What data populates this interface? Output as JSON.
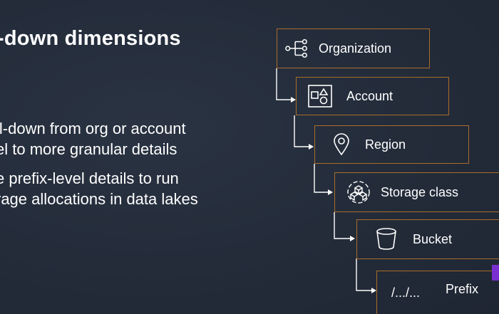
{
  "slide": {
    "title": "-down dimensions",
    "bullets": [
      {
        "lines": [
          "ll-down from org or account",
          "el to more granular details"
        ]
      },
      {
        "lines": [
          "e prefix-level details to run",
          "rage allocations in data lakes"
        ]
      }
    ]
  },
  "hierarchy": [
    {
      "label": "Organization",
      "icon": "org-tree-icon"
    },
    {
      "label": "Account",
      "icon": "shapes-icon"
    },
    {
      "label": "Region",
      "icon": "map-pin-icon"
    },
    {
      "label": "Storage class",
      "icon": "cubes-icon"
    },
    {
      "label": "Bucket",
      "icon": "bucket-icon"
    },
    {
      "label": "Prefix",
      "icon": "path-icon",
      "icon_text": "/.../..."
    }
  ],
  "colors": {
    "background": "#242c3a",
    "box_border": "#a86d2a",
    "accent_tab": "#7a2fd0",
    "text": "#ffffff"
  }
}
